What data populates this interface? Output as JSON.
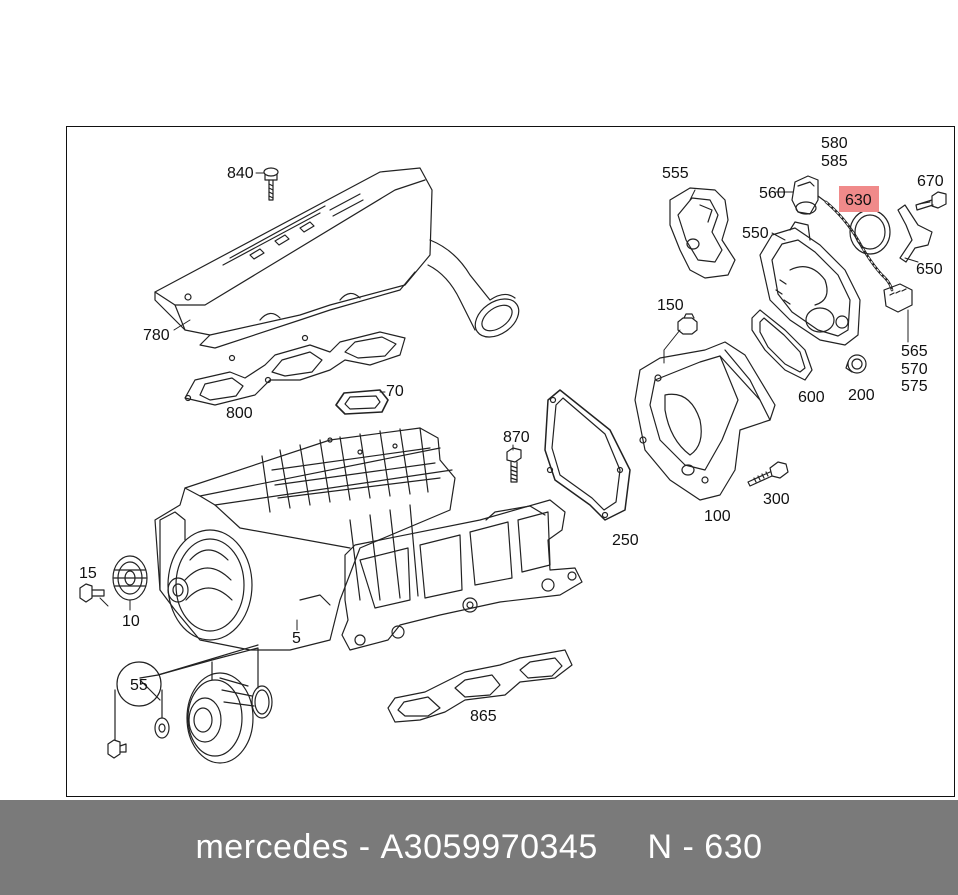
{
  "callouts": {
    "c840": "840",
    "c780": "780",
    "c800": "800",
    "c70": "70",
    "c555": "555",
    "c580": "580",
    "c585": "585",
    "c560": "560",
    "c630": "630",
    "c670": "670",
    "c550": "550",
    "c650": "650",
    "c150": "150",
    "c565": "565",
    "c570": "570",
    "c575": "575",
    "c600": "600",
    "c200": "200",
    "c870": "870",
    "c300": "300",
    "c100": "100",
    "c250": "250",
    "c15": "15",
    "c10": "10",
    "c5": "5",
    "c55": "55",
    "c865": "865"
  },
  "highlight": {
    "color": "#f08a8a",
    "label_ref": "630"
  },
  "footer": {
    "brand": "mercedes",
    "sep1": " - ",
    "part_number": "A3059970345",
    "gap": "     ",
    "position_label": "N",
    "sep2": " - ",
    "position_number": "630",
    "background": "#7a7a7a"
  }
}
